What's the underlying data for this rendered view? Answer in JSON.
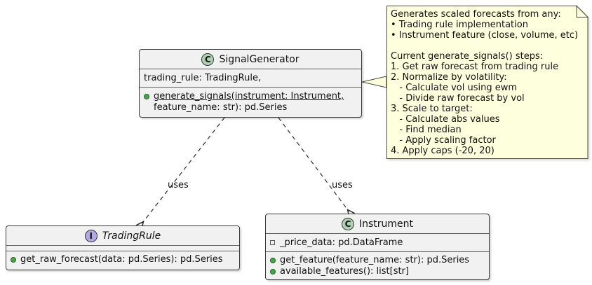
{
  "signal_generator": {
    "stereotype": "C",
    "name": "SignalGenerator",
    "attribute": "trading_rule: TradingRule,",
    "method_line1": "generate_signals(instrument: Instrument,",
    "method_line2": "feature_name: str): pd.Series"
  },
  "trading_rule": {
    "stereotype": "I",
    "name": "TradingRule",
    "method": "get_raw_forecast(data: pd.Series): pd.Series"
  },
  "instrument": {
    "stereotype": "C",
    "name": "Instrument",
    "attribute": "_price_data: pd.DataFrame",
    "method1": "get_feature(feature_name: str): pd.Series",
    "method2": "available_features(): list[str]"
  },
  "edges": {
    "left_label": "uses",
    "right_label": "uses"
  },
  "note": {
    "lines": [
      "Generates scaled forecasts from any:",
      "• Trading rule implementation",
      "• Instrument feature (close, volume, etc)",
      "",
      "Current generate_signals() steps:",
      "1. Get raw forecast from trading rule",
      "2. Normalize by volatility:",
      "   - Calculate vol using ewm",
      "   - Divide raw forecast by vol",
      "3. Scale to target:",
      "   - Calculate abs values",
      "   - Find median",
      "   - Apply scaling factor",
      "4. Apply caps (-20, 20)"
    ]
  },
  "colors": {
    "class_fill": "#F1F1F1",
    "class_border": "#3A3A3A",
    "note_fill": "#FEFFDD",
    "class_icon_fill": "#ADD1B2",
    "interface_icon_fill": "#B4A7E5",
    "public_member_green": "#4EA24E",
    "private_member_red": "#C82930"
  }
}
